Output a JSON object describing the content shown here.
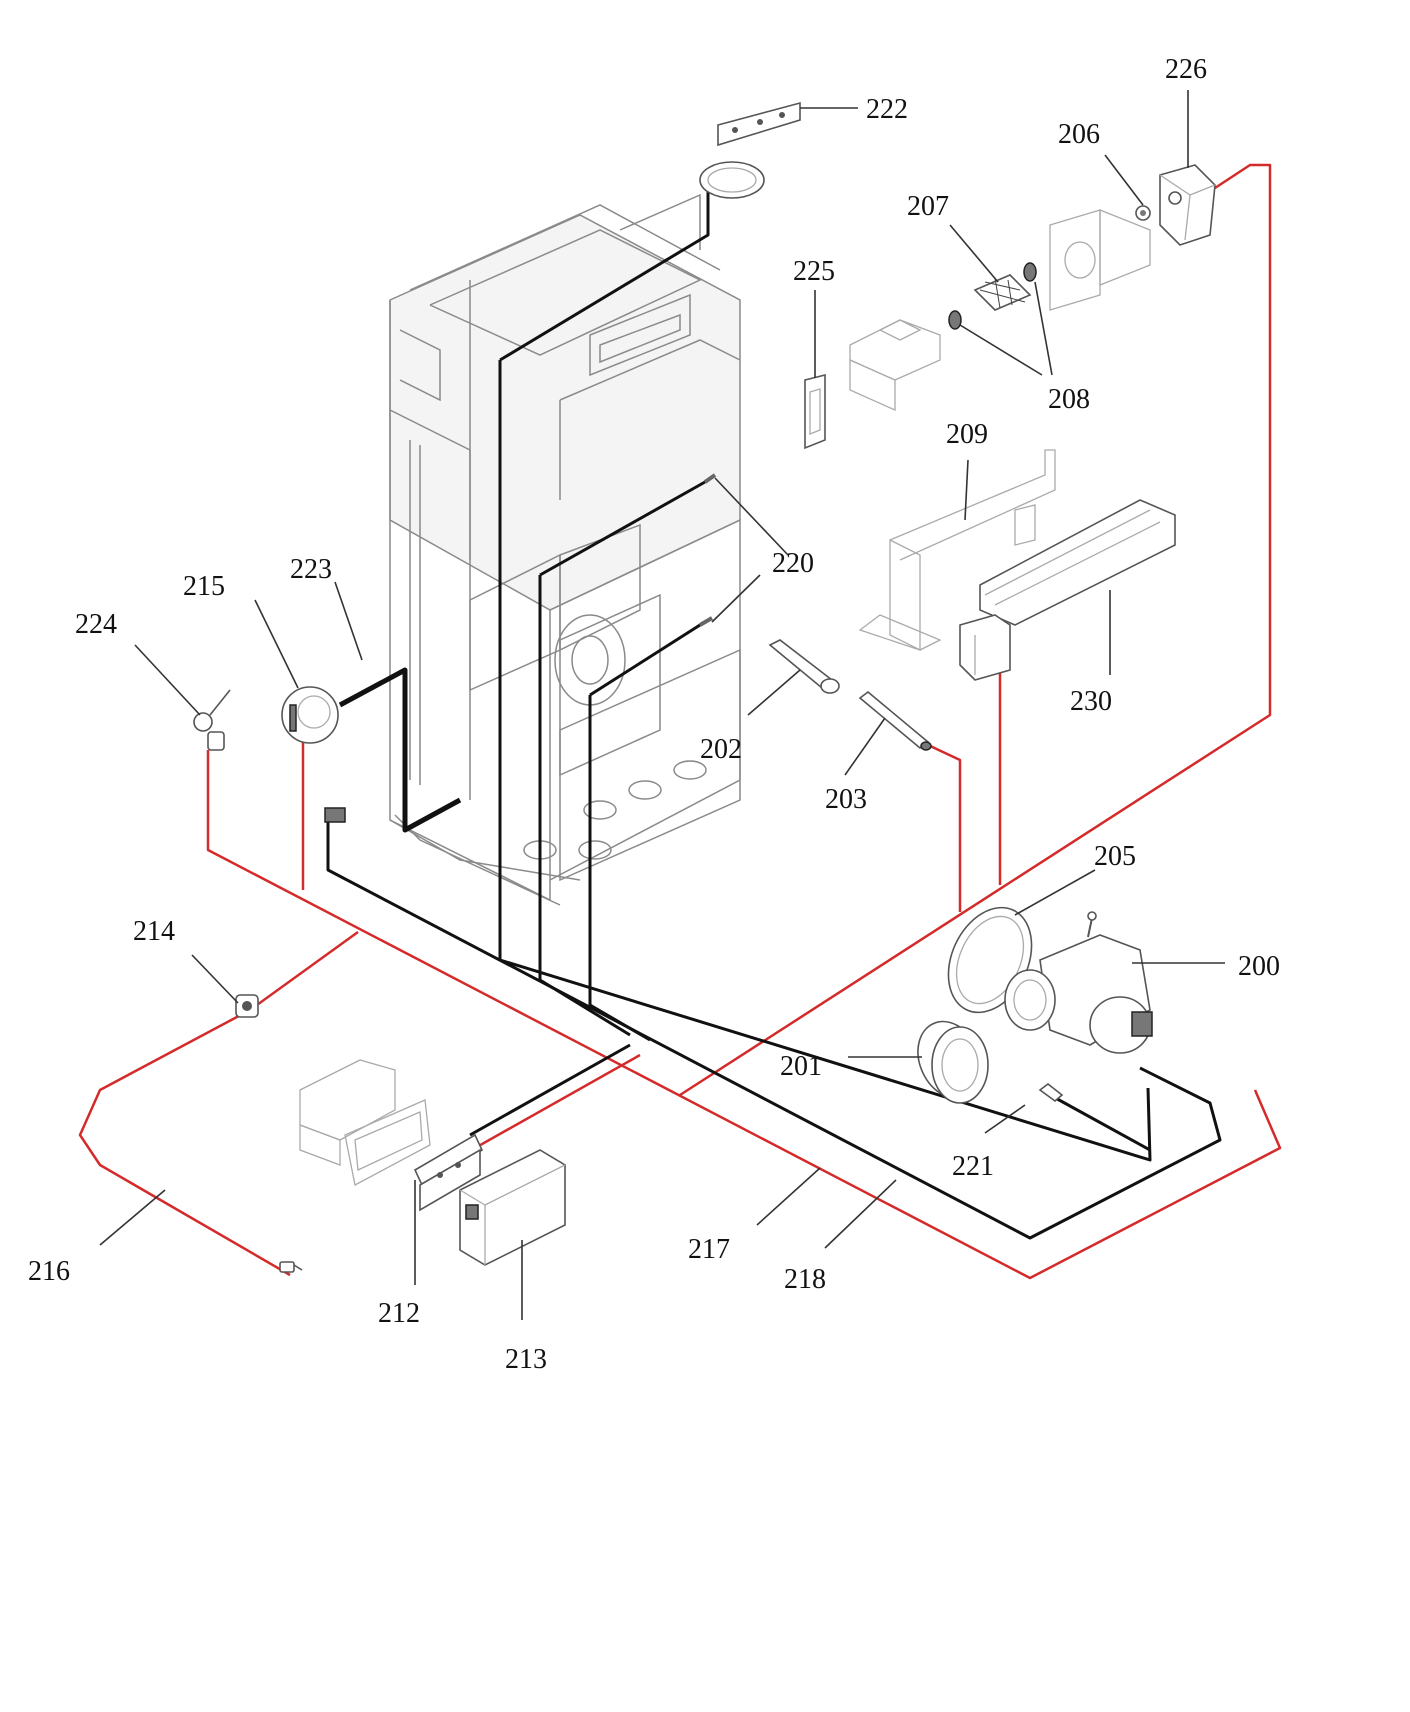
{
  "colors": {
    "wire_power": "#d42a2a",
    "wire_signal": "#111111",
    "linework": "#8a8a8a",
    "label": "#111111"
  },
  "labels": {
    "l200": "200",
    "l201": "201",
    "l202": "202",
    "l203": "203",
    "l205": "205",
    "l206": "206",
    "l207": "207",
    "l208": "208",
    "l209": "209",
    "l212": "212",
    "l213": "213",
    "l214": "214",
    "l215": "215",
    "l216": "216",
    "l217": "217",
    "l218": "218",
    "l220": "220",
    "l221": "221",
    "l222": "222",
    "l223": "223",
    "l224": "224",
    "l225": "225",
    "l226": "226",
    "l230": "230"
  }
}
